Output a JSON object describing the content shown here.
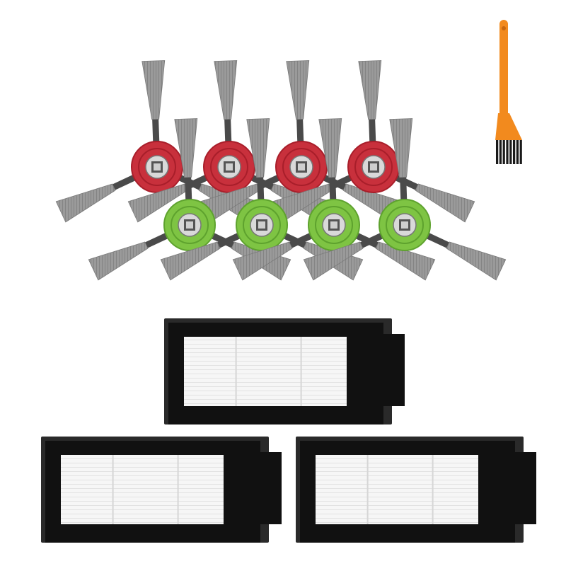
{
  "scene": {
    "background": "#ffffff",
    "items": {
      "side_brushes": {
        "count": 8,
        "hub_colors": [
          "red",
          "green"
        ],
        "red_hub_color": "#c8303c",
        "red_hub_inner": "#a81e2a",
        "green_hub_color": "#7ec443",
        "green_hub_inner": "#5ea22e",
        "bristle_color": "#8e8e8e",
        "arm_color": "#4a4a4a"
      },
      "hepa_filters": {
        "count": 3,
        "frame_color": "#111111",
        "media_color": "#f4f4f4",
        "pleat_color": "#d6d6d6"
      },
      "cleaning_tool": {
        "count": 1,
        "handle_color": "#f28a1e",
        "bristle_color": "#1a1a1a"
      }
    }
  }
}
